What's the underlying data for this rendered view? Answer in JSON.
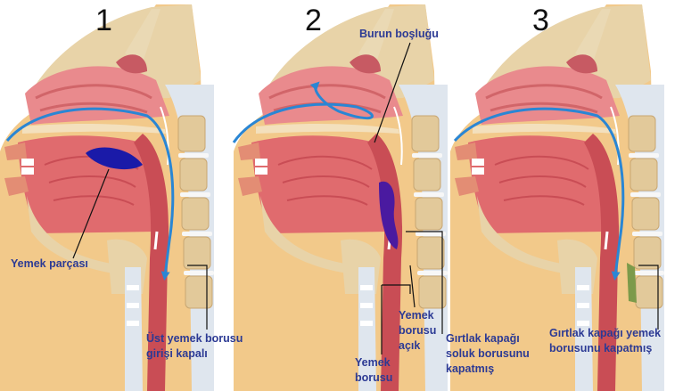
{
  "panels": [
    {
      "number": "1"
    },
    {
      "number": "2"
    },
    {
      "number": "3"
    }
  ],
  "labels": {
    "food_bolus": "Yemek parçası",
    "upper_esophagus_closed": "Üst yemek borusu\ngirişi kapalı",
    "nasal_cavity": "Burun boşluğu",
    "esophagus_open": "Yemek\nborusu\naçık",
    "esophagus": "Yemek\nborusu",
    "epiglottis_closes_trachea": "Gırtlak kapağı\nsoluk borusunu\nkapatmış",
    "epiglottis_closes_esophagus": "Gırtlak kapağı yemek\nborusunu kapatmış"
  },
  "colors": {
    "label_text": "#2c3a94",
    "arrow": "#2a86d4",
    "food": "#1a1aa8",
    "food_panel2": "#4a1aa0",
    "tissue": "#e06b6e",
    "tissue_dark": "#c94d55",
    "bone": "#e8d3a8",
    "skin": "#f2c98a",
    "cartilage": "#dfe6ee",
    "epiglottis_green": "#7c9a4a"
  }
}
